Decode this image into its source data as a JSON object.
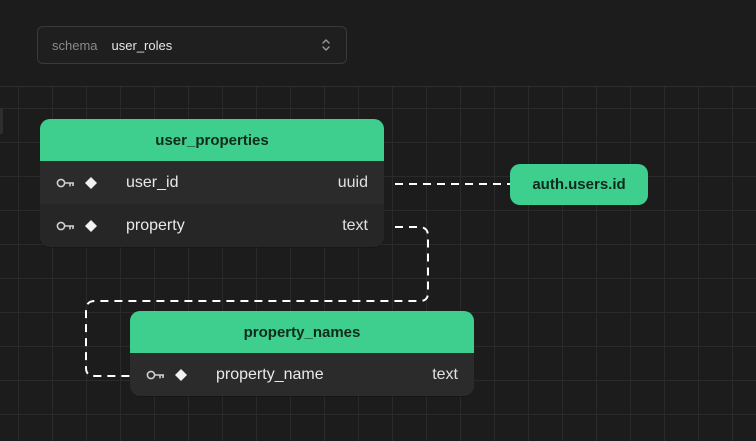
{
  "schema_selector": {
    "label": "schema",
    "value": "user_roles"
  },
  "tables": [
    {
      "name": "user_properties",
      "columns": [
        {
          "name": "user_id",
          "type": "uuid",
          "icons": [
            "key-icon",
            "diamond-icon"
          ]
        },
        {
          "name": "property",
          "type": "text",
          "icons": [
            "key-icon",
            "diamond-icon"
          ]
        }
      ]
    },
    {
      "name": "property_names",
      "columns": [
        {
          "name": "property_name",
          "type": "text",
          "icons": [
            "key-icon",
            "diamond-icon"
          ]
        }
      ]
    }
  ],
  "external_nodes": [
    {
      "label": "auth.users.id"
    }
  ],
  "relations": [
    {
      "from": "user_properties.user_id",
      "to": "auth.users.id"
    },
    {
      "from": "user_properties.property",
      "to": "property_names.property_name"
    }
  ],
  "colors": {
    "accent": "#3ecf8e",
    "background": "#1c1c1c",
    "grid": "#2a2a2a",
    "edge": "#ffffff"
  }
}
